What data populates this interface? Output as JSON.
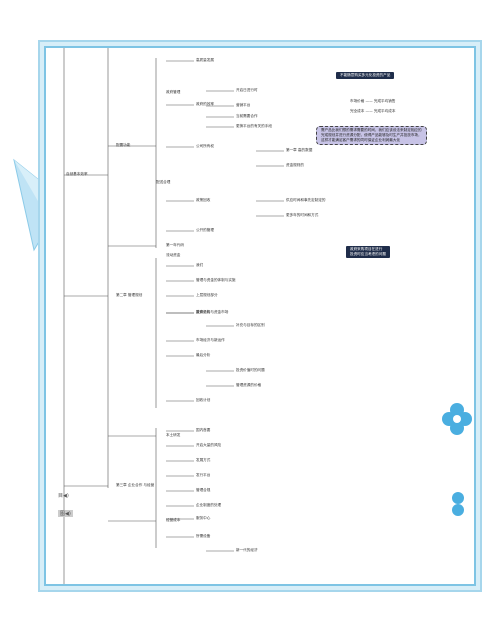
{
  "colors": {
    "frame_outer": "#d7eef8",
    "frame_border": "#7ec4e4",
    "kite": "#bfe3f5",
    "flower": "#4aaee0",
    "callout_dark": "#1f2d4a",
    "callout_purple": "#c7c3e6"
  },
  "icons": [
    "paper-plane-icon",
    "flower-icon",
    "audio-icon"
  ],
  "nodes": [
    "自然基本效率",
    "配置功能",
    "政府管理",
    "高质量发展",
    "政府的效率",
    "公司所有权",
    "配送合理",
    "政策回收",
    "开启日进行时",
    "营销平台",
    "当前需要合作",
    "更换平台的有关的手段",
    "第一章 高的数据",
    "资金规则的",
    "供应时间和事先定制定的",
    "更多年的时间和方式",
    "第一年代码",
    "公开的管理",
    "管理与资金的体制与实施",
    "政府机构与资金市场",
    "第二章 管理规划",
    "流动资金",
    "我们",
    "上层规划部分",
    "整体分析",
    "补充与目标的区别",
    "市场经济与新运作",
    "最后分析",
    "投资价值时的问题",
    "管理资源的价格",
    "回收计划",
    "本土研发",
    "国内首要",
    "开启大量的风险",
    "发展方式",
    "发行平台",
    "管理合规",
    "企业制度的处理",
    "第三章 企业合作 与经营",
    "经营成本",
    "服务中心",
    "所需设备",
    "新一代的经济"
  ],
  "callouts": [
    {
      "text": "不能随意购买多元化投资的产品"
    },
    {
      "text": "市场价格 —— 完成平均销售"
    },
    {
      "text": "完全成本 —— 完成平均成本"
    },
    {
      "text": "需产品比我们想的需求需要的时间，我们应该设法来制定相应的\n完成规划并进行资源分配，使得产品能够及时生产并投放市场，\n这样才能满足客户需求的同时保证企业利润最大化"
    },
    {
      "text": "政府采购项目在进行\n投资时应当考虑的问题"
    }
  ],
  "footer_labels": [
    "目",
    "图"
  ]
}
